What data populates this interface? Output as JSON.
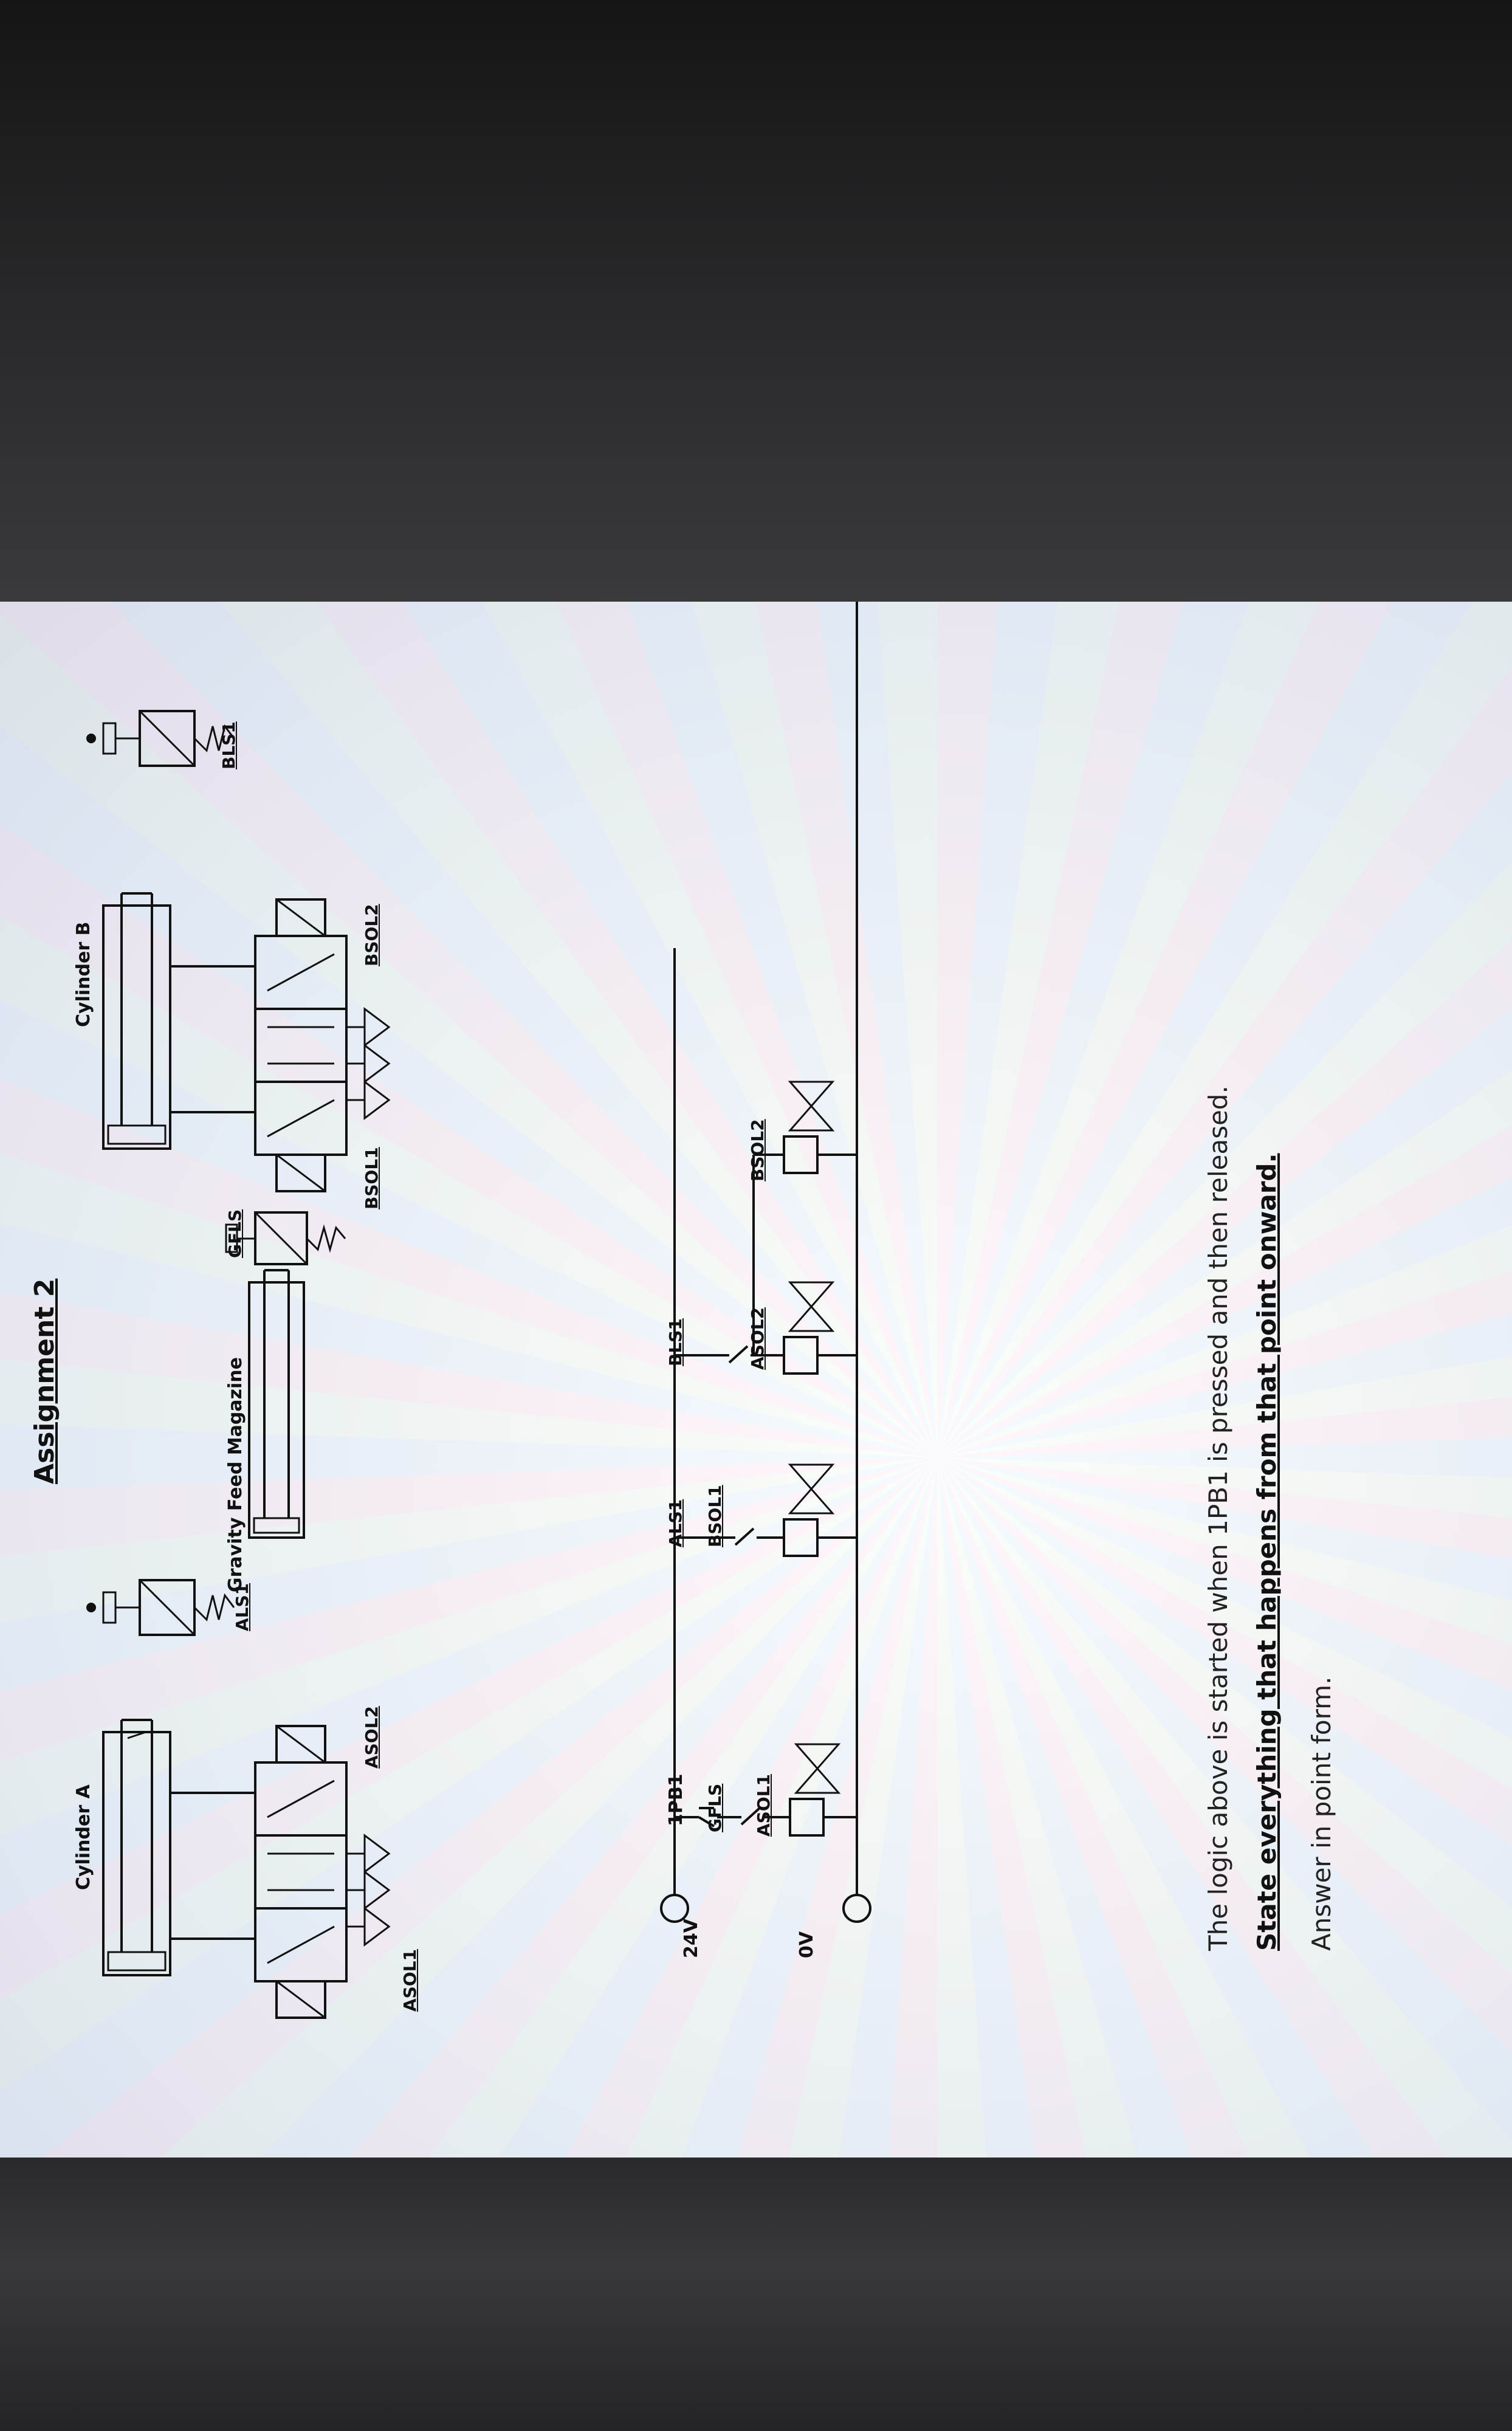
{
  "title": "Assignment 2",
  "cylinders": {
    "a": "Cylinder A",
    "b": "Cylinder B",
    "magazine": "Gravity Feed Magazine"
  },
  "labels": {
    "asol1_valve": "ASOL1",
    "asol2_valve": "ASOL2",
    "bsol1_valve": "BSOL1",
    "bsol2_valve": "BSOL2",
    "als1_switch": "ALS1",
    "bls1_switch": "BLS1",
    "gfls_switch": "GFLS"
  },
  "ladder": {
    "supply_pos": "24V",
    "supply_neg": "0V",
    "pb": "1PB1",
    "gfls": "GFLS",
    "asol1": "ASOL1",
    "als1": "ALS1",
    "bsol1": "BSOL1",
    "bls1": "BLS1",
    "asol2": "ASOL2",
    "bsol2": "BSOL2"
  },
  "text": {
    "line1": "The logic above is started when 1PB1 is pressed and then released.",
    "line2": "State everything that happens from that point onward.",
    "line3": "Answer in point form."
  }
}
